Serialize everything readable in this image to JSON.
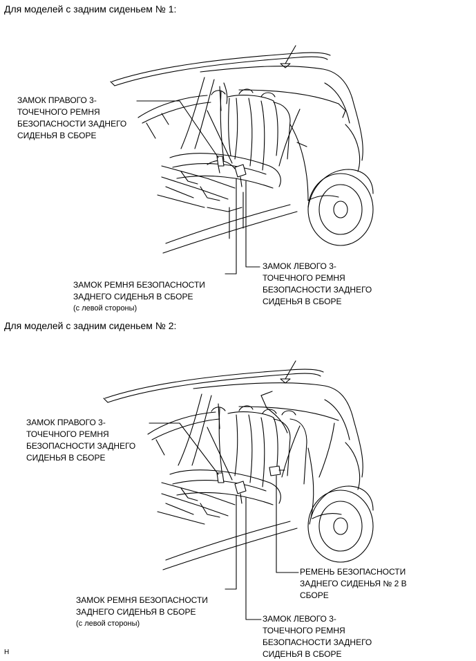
{
  "diagram_1": {
    "heading": "Для моделей с задним сиденьем № 1:",
    "callouts": {
      "right_buckle": "ЗАМОК ПРАВОГО 3-\nТОЧЕЧНОГО РЕМНЯ\nБЕЗОПАСНОСТИ ЗАДНЕГО\nСИДЕНЬЯ В СБОРЕ",
      "center_buckle": "ЗАМОК РЕМНЯ БЕЗОПАСНОСТИ\nЗАДНЕГО СИДЕНЬЯ В СБОРЕ",
      "center_buckle_note": "(с левой стороны)",
      "left_buckle": "ЗАМОК ЛЕВОГО 3-\nТОЧЕЧНОГО РЕМНЯ\nБЕЗОПАСНОСТИ ЗАДНЕГО\nСИДЕНЬЯ В СБОРЕ"
    }
  },
  "diagram_2": {
    "heading": "Для моделей с задним сиденьем № 2:",
    "callouts": {
      "right_buckle": "ЗАМОК ПРАВОГО 3-\nТОЧЕЧНОГО РЕМНЯ\nБЕЗОПАСНОСТИ ЗАДНЕГО\nСИДЕНЬЯ В СБОРЕ",
      "center_buckle": "ЗАМОК РЕМНЯ БЕЗОПАСНОСТИ\nЗАДНЕГО СИДЕНЬЯ В СБОРЕ",
      "center_buckle_note": "(с левой стороны)",
      "belt_no2": "РЕМЕНЬ БЕЗОПАСНОСТИ\nЗАДНЕГО СИДЕНЬЯ № 2 В\nСБОРЕ",
      "left_buckle": "ЗАМОК ЛЕВОГО 3-\nТОЧЕЧНОГО РЕМНЯ\nБЕЗОПАСНОСТИ ЗАДНЕГО\nСИДЕНЬЯ В СБОРЕ"
    }
  },
  "footer_code": "H"
}
